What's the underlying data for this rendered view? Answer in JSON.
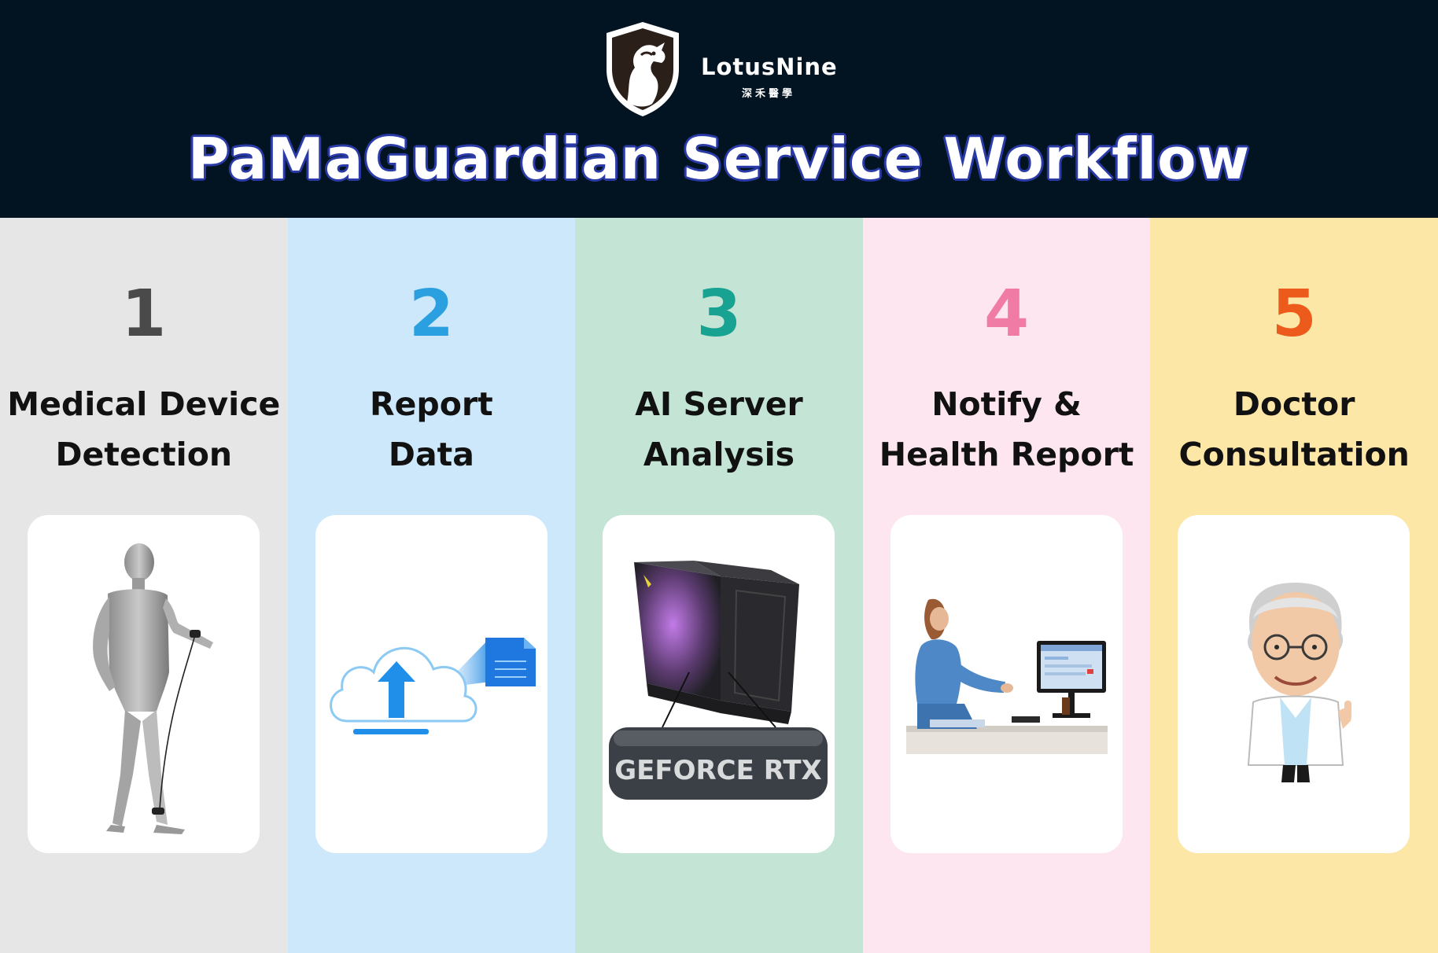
{
  "header": {
    "brand_name": "LotusNine",
    "brand_sub": "深禾醫學",
    "title": "PaMaGuardian Service Workflow"
  },
  "colors": {
    "header_bg": "#021322",
    "title_outline": "#2a3ba8"
  },
  "steps": [
    {
      "number": "1",
      "title_line1": "Medical Device",
      "title_line2": "Detection",
      "bg": "#e6e6e6",
      "num_color": "#4a4a4a",
      "icon": "human-body-sensor-icon"
    },
    {
      "number": "2",
      "title_line1": "Report",
      "title_line2": "Data",
      "bg": "#cde8fb",
      "num_color": "#2aa0e0",
      "icon": "cloud-upload-icon"
    },
    {
      "number": "3",
      "title_line1": "AI Server",
      "title_line2": "Analysis",
      "bg": "#c4e5d6",
      "num_color": "#17a292",
      "icon": "gpu-server-icon",
      "badge": "GEFORCE RTX"
    },
    {
      "number": "4",
      "title_line1": "Notify &",
      "title_line2": "Health Report",
      "bg": "#fde6ef",
      "num_color": "#f07ca6",
      "icon": "nurse-computer-icon"
    },
    {
      "number": "5",
      "title_line1": "Doctor",
      "title_line2": "Consultation",
      "bg": "#fde7a6",
      "num_color": "#ec5a1c",
      "icon": "doctor-avatar-icon"
    }
  ]
}
